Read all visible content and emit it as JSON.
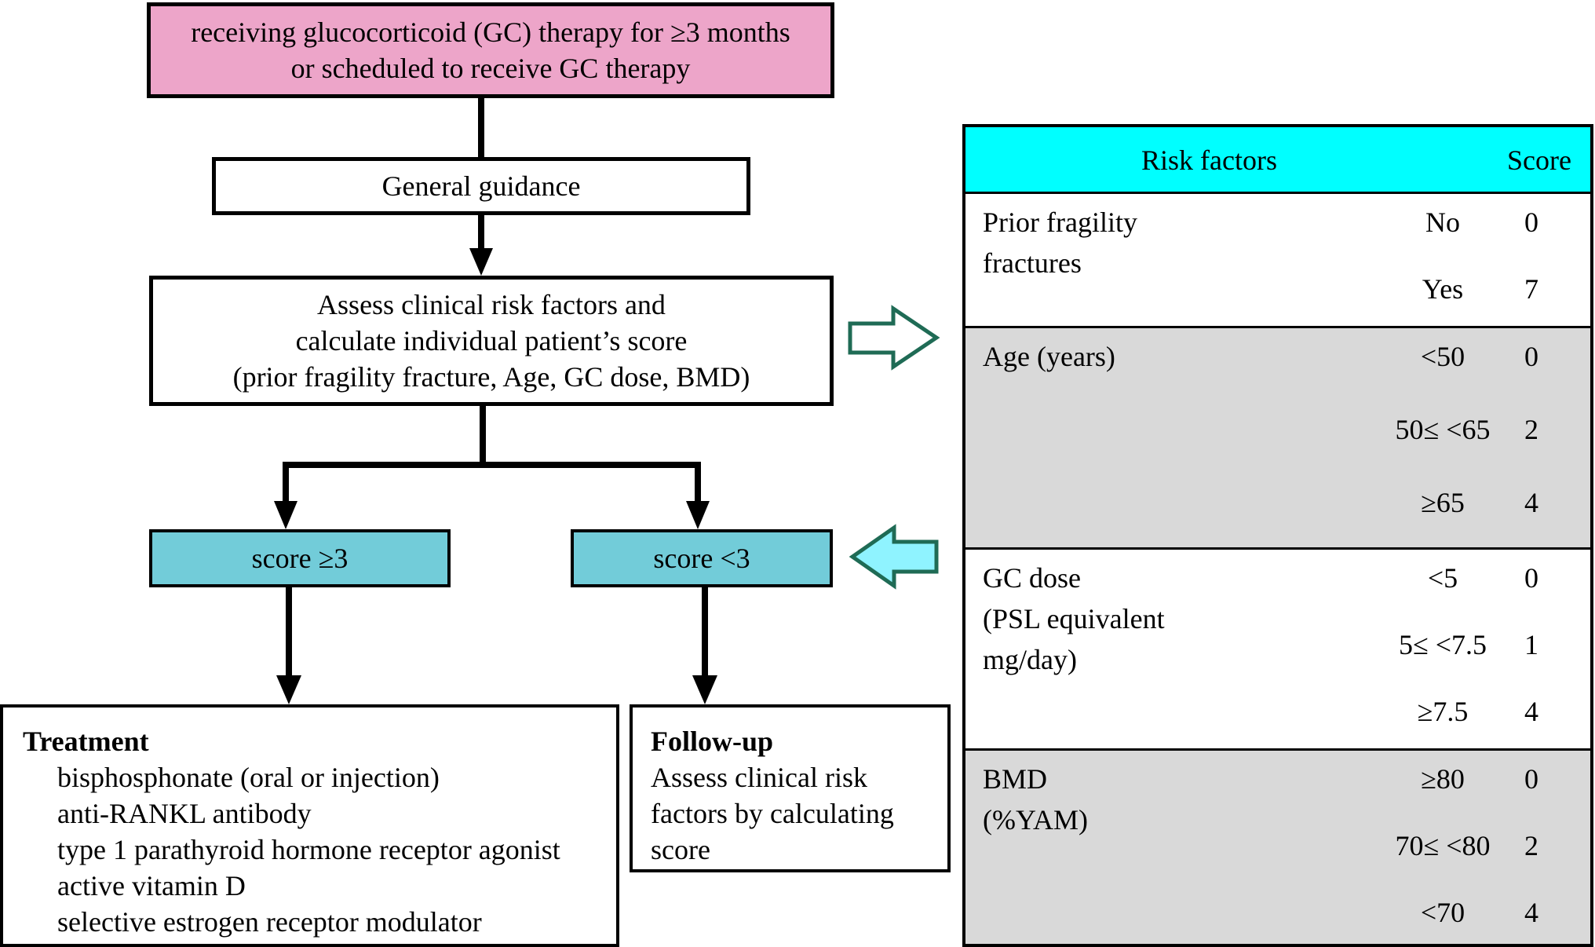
{
  "flow": {
    "top_lines": [
      "receiving glucocorticoid (GC) therapy for ≥3 months",
      "or scheduled to receive GC therapy"
    ],
    "guidance": "General guidance",
    "assess_lines": [
      "Assess clinical risk factors and",
      "calculate individual patient’s score",
      "(prior fragility fracture, Age, GC dose, BMD)"
    ],
    "high_score": "score ≥3",
    "low_score": "score <3",
    "treatment": {
      "title": "Treatment",
      "items": [
        "bisphosphonate (oral or injection)",
        "anti-RANKL antibody",
        "type 1 parathyroid hormone receptor agonist",
        "active vitamin D",
        "selective estrogen receptor modulator"
      ]
    },
    "followup": {
      "title": "Follow-up",
      "lines": [
        "Assess clinical risk",
        "factors by calculating",
        "score"
      ]
    }
  },
  "table": {
    "header": {
      "factors": "Risk factors",
      "score": "Score"
    },
    "groups": [
      {
        "name_lines": [
          "Prior fragility",
          "fractures"
        ],
        "shade": "white",
        "rows": [
          {
            "level": "No",
            "score": "0"
          },
          {
            "level": "Yes",
            "score": "7"
          }
        ]
      },
      {
        "name_lines": [
          "Age (years)"
        ],
        "shade": "gray",
        "rows": [
          {
            "level": "<50",
            "score": "0"
          },
          {
            "level": "50≤ <65",
            "score": "2"
          },
          {
            "level": "≥65",
            "score": "4"
          }
        ]
      },
      {
        "name_lines": [
          "GC dose",
          "(PSL equivalent",
          "mg/day)"
        ],
        "shade": "white",
        "rows": [
          {
            "level": "<5",
            "score": "0"
          },
          {
            "level": "5≤ <7.5",
            "score": "1"
          },
          {
            "level": "≥7.5",
            "score": "4"
          }
        ]
      },
      {
        "name_lines": [
          "BMD",
          "(%YAM)"
        ],
        "shade": "gray",
        "rows": [
          {
            "level": "≥80",
            "score": "0"
          },
          {
            "level": "70≤ <80",
            "score": "2"
          },
          {
            "level": "<70",
            "score": "4"
          }
        ]
      }
    ]
  },
  "colors": {
    "top_fill": "#eda5c9",
    "score_fill": "#72ccd9",
    "table_header": "#00ffff",
    "gray_row": "#d9d9d9",
    "outline_arrow": "#1f6b55",
    "cyan_arrow": "#8ff3ff"
  }
}
